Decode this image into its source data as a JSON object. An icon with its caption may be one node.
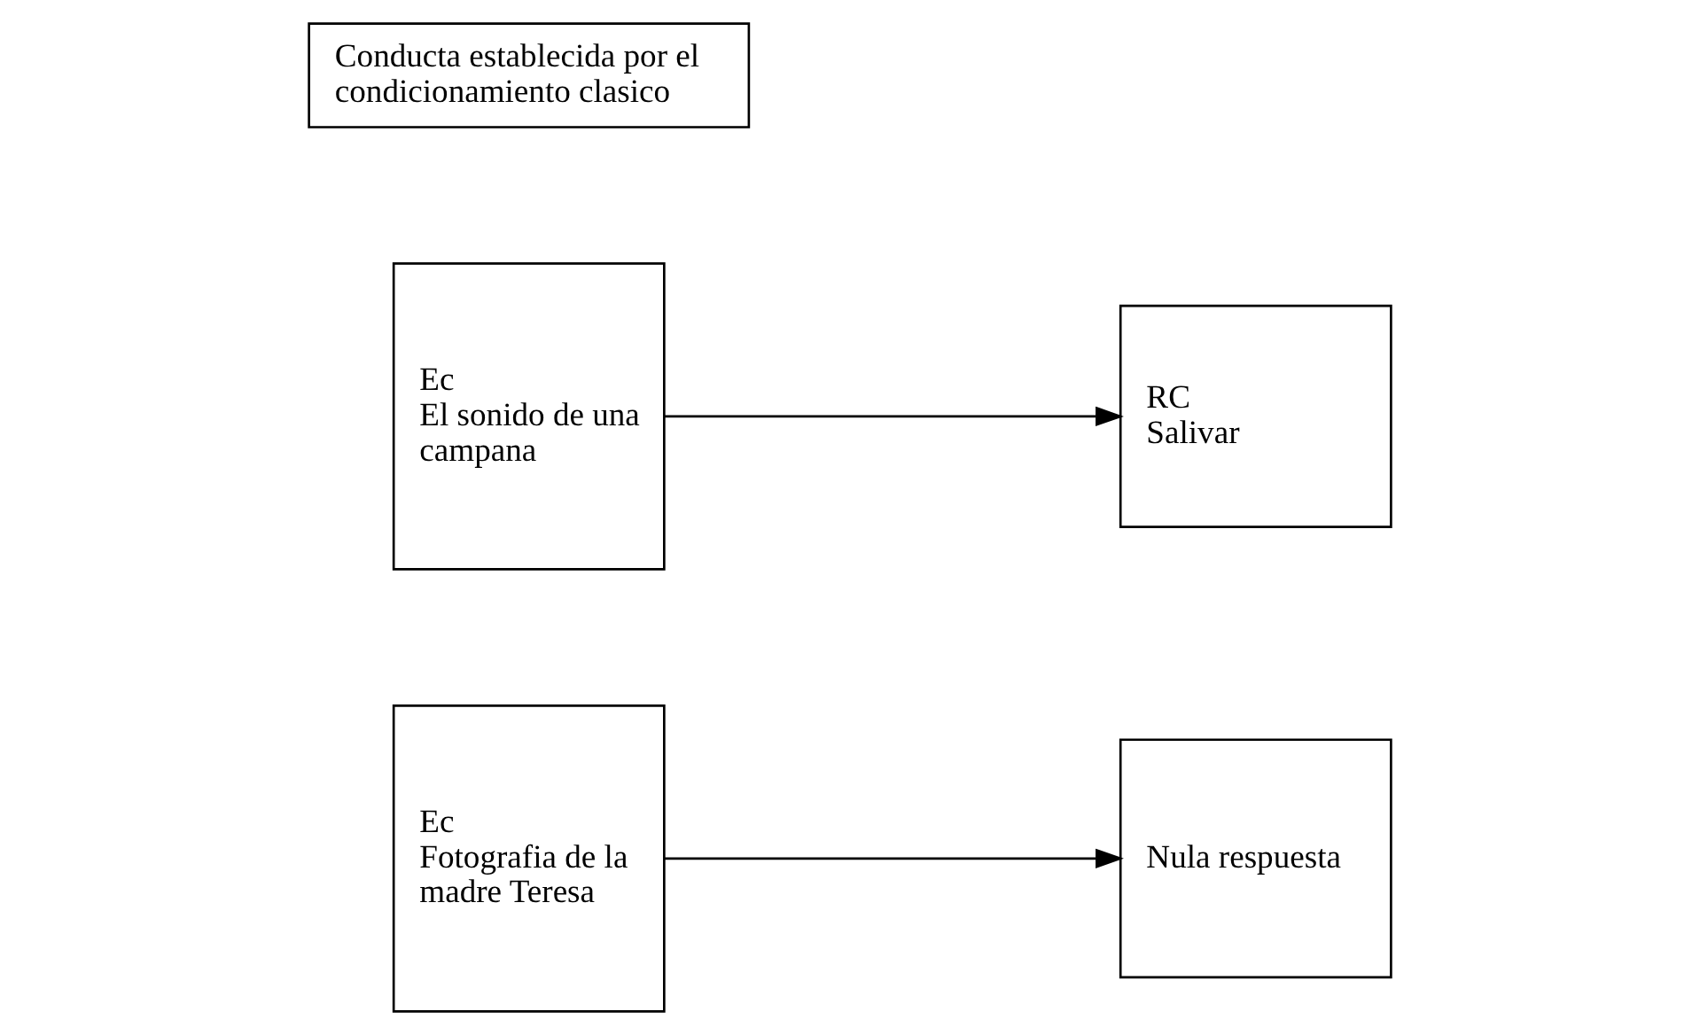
{
  "diagram": {
    "nodes": [
      {
        "text": [
          "Ec",
          "Fotografia de la madre Teresa"
        ]
      },
      {
        "text": [
          "Nula respuesta"
        ]
      },
      {
        "text": [
          "Ec",
          "El sonido de una campana"
        ]
      },
      {
        "text": [
          "RC",
          "Salivar"
        ]
      },
      {
        "text": [
          "Conducta establecida por el condicionamiento clasico"
        ]
      }
    ],
    "edges": [
      {
        "from": 0,
        "to": 1,
        "arrow": "to"
      },
      {
        "from": 2,
        "to": 3,
        "arrow": "to"
      }
    ]
  }
}
